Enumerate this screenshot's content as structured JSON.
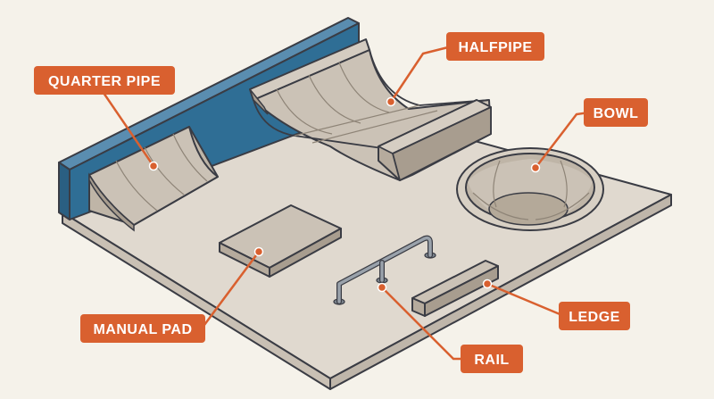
{
  "colors": {
    "background": "#f5f2ea",
    "wall": "#2f6e95",
    "ground": "#e0d9cf",
    "ground_edge": "#bfb6aa",
    "ramp_top": "#cbc2b6",
    "ramp_face": "#b6ab9d",
    "outline": "#3a3c44",
    "label_fill": "#d9602f",
    "label_text": "#ffffff",
    "rail": "#9aa2ab"
  },
  "labels": {
    "quarter_pipe": "QUARTER PIPE",
    "halfpipe": "HALFPIPE",
    "bowl": "BOWL",
    "manual_pad": "MANUAL PAD",
    "ledge": "LEDGE",
    "rail": "RAIL"
  },
  "icons": {
    "leader_dot": "circle"
  }
}
